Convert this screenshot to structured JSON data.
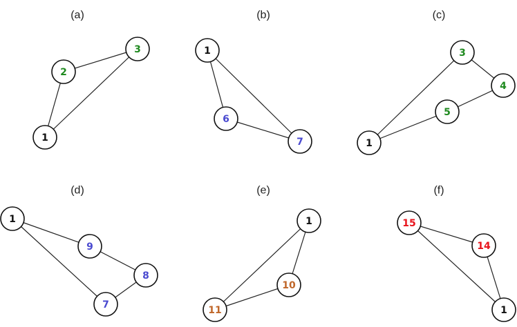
{
  "colors": {
    "black": "#111111",
    "green": "#1f8a1f",
    "blue": "#4a4ad0",
    "orange": "#c0672a",
    "red": "#e8141c"
  },
  "panels": [
    {
      "label": "(a)",
      "nodes": [
        {
          "id": "1",
          "text": "1",
          "color": "black"
        },
        {
          "id": "2",
          "text": "2",
          "color": "green"
        },
        {
          "id": "3",
          "text": "3",
          "color": "green"
        }
      ],
      "edges": [
        [
          "1",
          "2"
        ],
        [
          "2",
          "3"
        ],
        [
          "1",
          "3"
        ]
      ]
    },
    {
      "label": "(b)",
      "nodes": [
        {
          "id": "1",
          "text": "1",
          "color": "black"
        },
        {
          "id": "6",
          "text": "6",
          "color": "blue"
        },
        {
          "id": "7",
          "text": "7",
          "color": "blue"
        }
      ],
      "edges": [
        [
          "1",
          "6"
        ],
        [
          "6",
          "7"
        ],
        [
          "1",
          "7"
        ]
      ]
    },
    {
      "label": "(c)",
      "nodes": [
        {
          "id": "3",
          "text": "3",
          "color": "green"
        },
        {
          "id": "4",
          "text": "4",
          "color": "green"
        },
        {
          "id": "5",
          "text": "5",
          "color": "green"
        },
        {
          "id": "1",
          "text": "1",
          "color": "black"
        }
      ],
      "edges": [
        [
          "1",
          "3"
        ],
        [
          "3",
          "4"
        ],
        [
          "4",
          "5"
        ],
        [
          "5",
          "1"
        ]
      ]
    },
    {
      "label": "(d)",
      "nodes": [
        {
          "id": "1",
          "text": "1",
          "color": "black"
        },
        {
          "id": "9",
          "text": "9",
          "color": "blue"
        },
        {
          "id": "8",
          "text": "8",
          "color": "blue"
        },
        {
          "id": "7",
          "text": "7",
          "color": "blue"
        }
      ],
      "edges": [
        [
          "1",
          "9"
        ],
        [
          "9",
          "8"
        ],
        [
          "8",
          "7"
        ],
        [
          "7",
          "1"
        ]
      ]
    },
    {
      "label": "(e)",
      "nodes": [
        {
          "id": "1",
          "text": "1",
          "color": "black"
        },
        {
          "id": "10",
          "text": "10",
          "color": "orange"
        },
        {
          "id": "11",
          "text": "11",
          "color": "orange"
        }
      ],
      "edges": [
        [
          "1",
          "10"
        ],
        [
          "10",
          "11"
        ],
        [
          "1",
          "11"
        ]
      ]
    },
    {
      "label": "(f)",
      "nodes": [
        {
          "id": "15",
          "text": "15",
          "color": "red"
        },
        {
          "id": "14",
          "text": "14",
          "color": "red"
        },
        {
          "id": "1",
          "text": "1",
          "color": "black"
        }
      ],
      "edges": [
        [
          "15",
          "14"
        ],
        [
          "14",
          "1"
        ],
        [
          "15",
          "1"
        ]
      ]
    }
  ]
}
